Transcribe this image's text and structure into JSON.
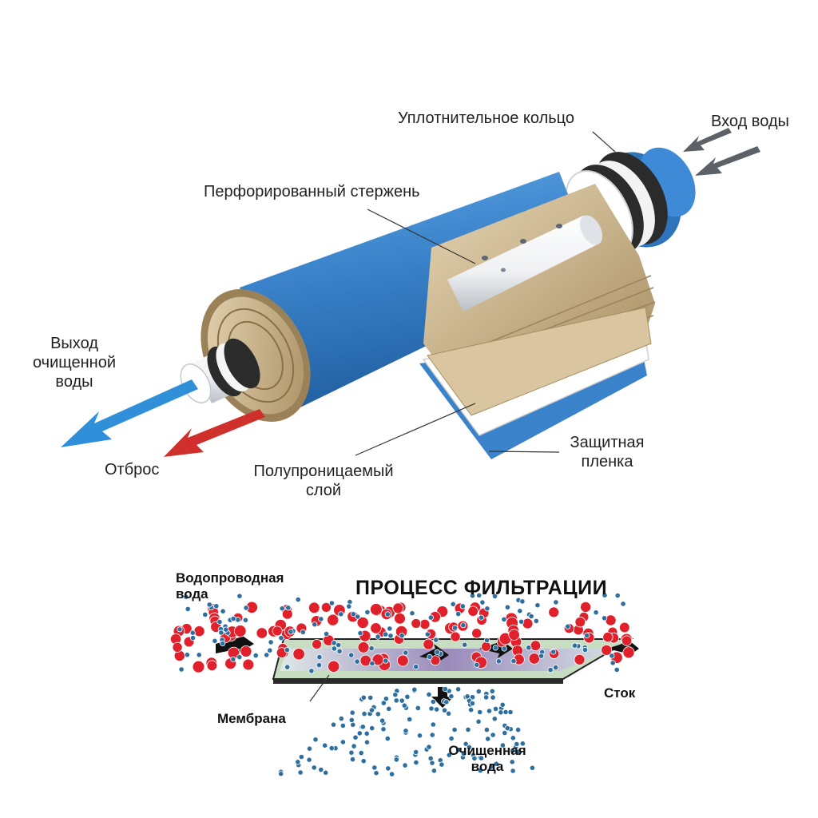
{
  "cartridge": {
    "labels": {
      "seal_ring": "Уплотнительное кольцо",
      "water_inlet": "Вход воды",
      "perforated_rod": "Перфорированный стержень",
      "outlet_line1": "Выход",
      "outlet_line2": "очищенной",
      "outlet_line3": "воды",
      "reject": "Отброс",
      "semipermeable_line1": "Полупроницаемый",
      "semipermeable_line2": "слой",
      "protective_line1": "Защитная",
      "protective_line2": "пленка"
    },
    "colors": {
      "body_blue": "#3a82c9",
      "outlet_arrow": "#2f8fd8",
      "reject_arrow": "#d0302b",
      "layers_tan": "#c8b28a"
    }
  },
  "filtration": {
    "title": "ПРОЦЕСС ФИЛЬТРАЦИИ",
    "labels": {
      "tap_water_line1": "Водопроводная",
      "tap_water_line2": "вода",
      "membrane": "Мембрана",
      "drain": "Сток",
      "clean_water_line1": "Очищенная",
      "clean_water_line2": "вода"
    },
    "colors": {
      "contaminant": "#e0202a",
      "water_molecule": "#2c6fa0",
      "membrane_green": "#b9d8b4"
    }
  }
}
